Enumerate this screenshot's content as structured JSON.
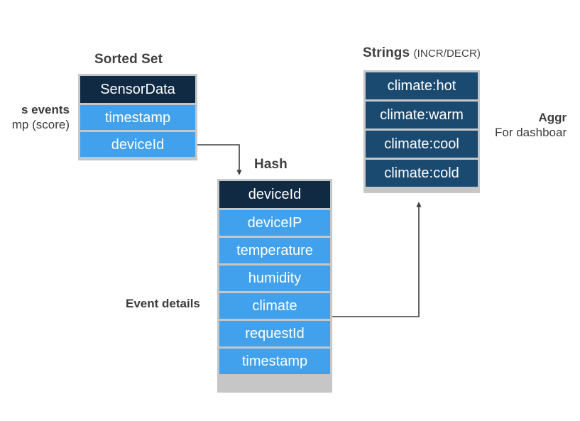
{
  "diagram": {
    "title_sorted_set": "Sorted Set",
    "title_hash": "Hash",
    "title_strings": "Strings",
    "title_strings_subtitle": "(INCR/DECR)",
    "colors": {
      "header_navy": "#102a43",
      "cell_blue": "#41a1ec",
      "string_navy": "#1b4a70",
      "frame_gray": "#c6c6c6",
      "connector": "#404040",
      "text_gray": "#3b3b3b",
      "background": "#ffffff"
    }
  },
  "sorted_set": {
    "label": "Sorted Set",
    "cells": [
      {
        "text": "SensorData",
        "style": "header"
      },
      {
        "text": "timestamp",
        "style": "body"
      },
      {
        "text": "deviceId",
        "style": "body"
      }
    ]
  },
  "hash": {
    "label": "Hash",
    "cells": [
      {
        "text": "deviceId",
        "style": "header"
      },
      {
        "text": "deviceIP",
        "style": "body"
      },
      {
        "text": "temperature",
        "style": "body"
      },
      {
        "text": "humidity",
        "style": "body"
      },
      {
        "text": "climate",
        "style": "body"
      },
      {
        "text": "requestId",
        "style": "body"
      },
      {
        "text": "timestamp",
        "style": "body"
      }
    ]
  },
  "strings": {
    "label": "Strings",
    "subtitle": "(INCR/DECR)",
    "cells": [
      {
        "text": "climate:hot",
        "style": "navy"
      },
      {
        "text": "climate:warm",
        "style": "navy"
      },
      {
        "text": "climate:cool",
        "style": "navy"
      },
      {
        "text": "climate:cold",
        "style": "navy"
      }
    ]
  },
  "annotations": {
    "left_line1": "s events",
    "left_line2": "mp (score)",
    "center_label": "Event details",
    "right_line1": "Aggr",
    "right_line2": "For dashboar"
  }
}
